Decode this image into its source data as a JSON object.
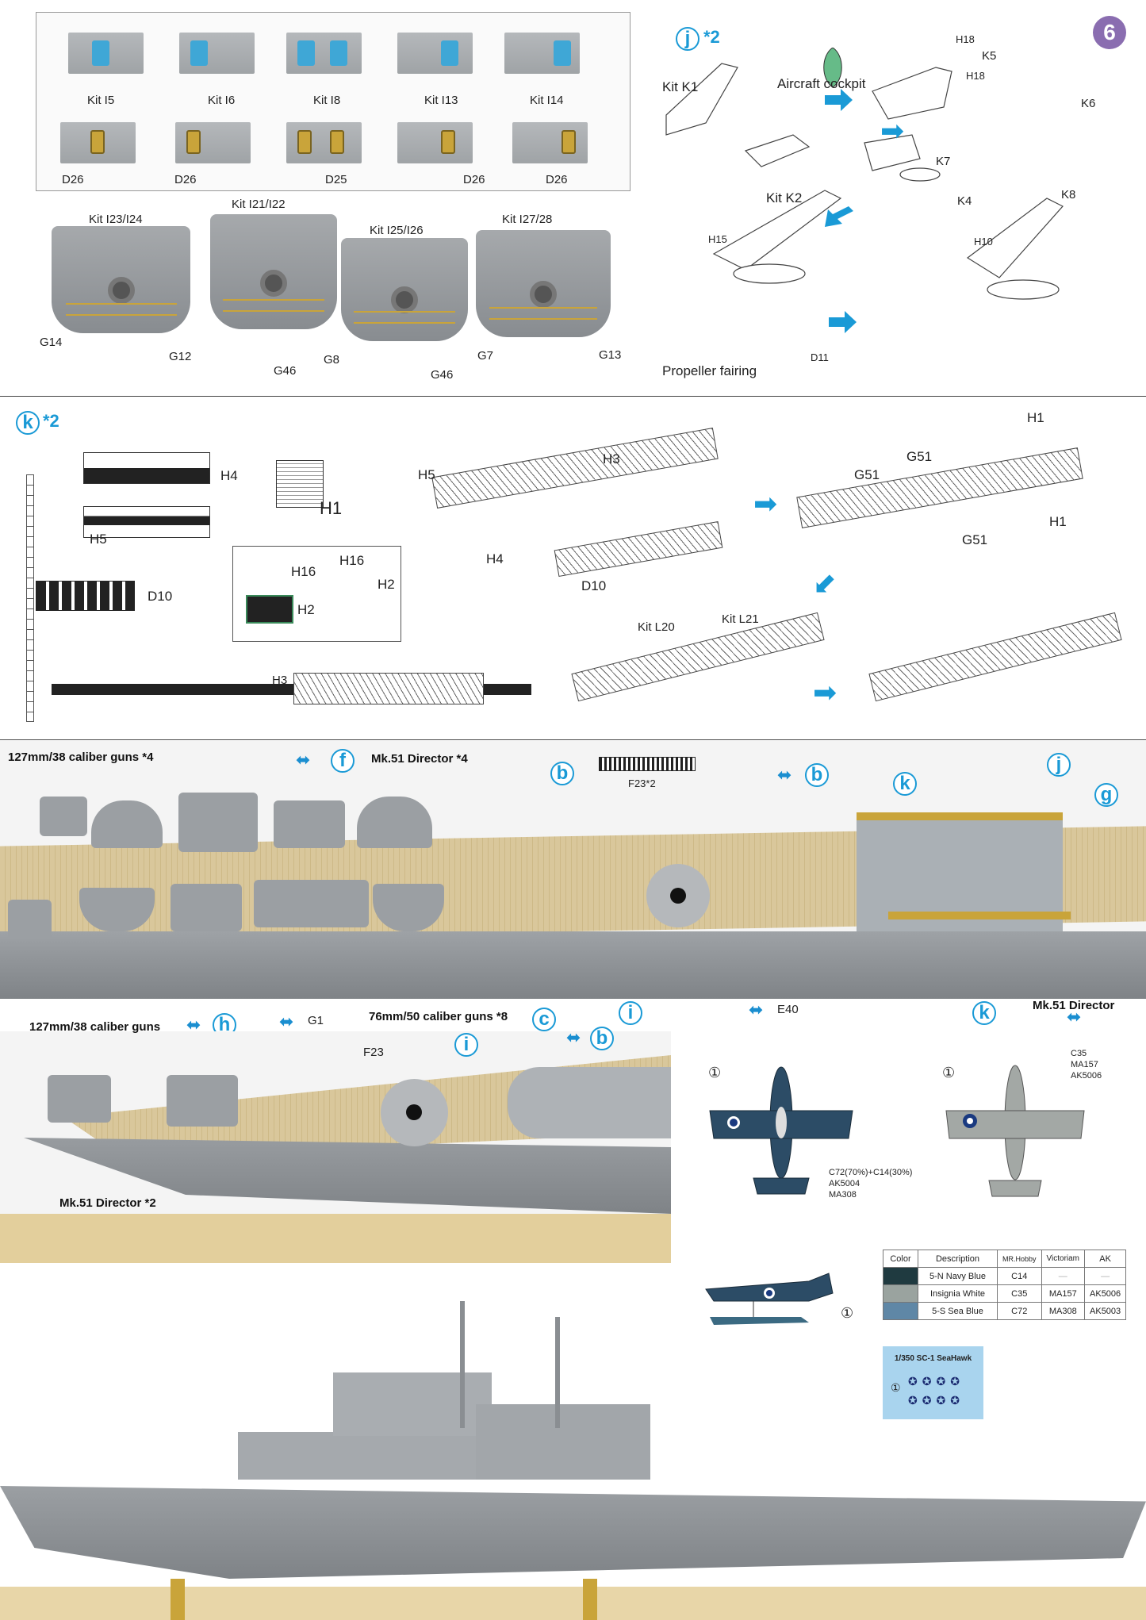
{
  "step_number": "6",
  "colors": {
    "accent_blue": "#1a9ad6",
    "step_badge": "#8a6db0",
    "navy_blue": "#1f3a40",
    "insignia_white": "#9aa39f",
    "sea_blue": "#5f87a6"
  },
  "kit_parts": {
    "row1": [
      "Kit I5",
      "Kit I6",
      "Kit I8",
      "Kit I13",
      "Kit I14"
    ],
    "row2": [
      "D26",
      "D26",
      "D25",
      "D26",
      "D26"
    ],
    "blocks": [
      "Kit I23/I24",
      "Kit I21/I22",
      "Kit I25/I26",
      "Kit I27/28"
    ],
    "block_parts": [
      "G14",
      "G12",
      "G46",
      "G8",
      "G46",
      "G7",
      "G13"
    ]
  },
  "section_j": {
    "marker": "j",
    "multiplier": "*2",
    "labels": [
      "Kit K1",
      "Aircraft cockpit",
      "Kit K2",
      "H18",
      "K5",
      "H18",
      "K6",
      "K7",
      "K4",
      "K8",
      "H15",
      "H10",
      "D11",
      "Propeller fairing"
    ]
  },
  "section_k": {
    "marker": "k",
    "multiplier": "*2",
    "left_labels": [
      "H4",
      "H1",
      "H5",
      "D10",
      "H16",
      "H16",
      "H2",
      "H2",
      "H3"
    ],
    "right_labels": [
      "H5",
      "H3",
      "H4",
      "D10",
      "G51",
      "G51",
      "H1",
      "H1",
      "G51",
      "Kit L20",
      "Kit L21"
    ]
  },
  "photo_deck": {
    "guns_127": "127mm/38 caliber guns *4",
    "f": "f",
    "director": "Mk.51 Director *4",
    "b1": "b",
    "f23": "F23*2",
    "b2": "b",
    "k1": "k",
    "j": "j",
    "g": "g",
    "h": "h",
    "g1": "G1",
    "guns_76": "76mm/50 caliber guns *8",
    "c": "c",
    "i": "i",
    "e40": "E40",
    "k2": "k",
    "director2": "Mk.51 Director"
  },
  "photo_bow": {
    "guns_127": "127mm/38 caliber guns",
    "f23": "F23",
    "i": "i",
    "b": "b",
    "director": "Mk.51 Director *2"
  },
  "aircraft_paint": {
    "top_view": {
      "callout": "①",
      "lines": [
        "C72(70%)+C14(30%)",
        "AK5004",
        "MA308"
      ]
    },
    "bottom_view": {
      "callout": "①",
      "lines": [
        "C35",
        "MA157",
        "AK5006"
      ]
    },
    "side_view": {
      "callout": "①"
    }
  },
  "paint_table": {
    "headers": [
      "Color",
      "Description",
      "MR.Hobby",
      "Victoriam",
      "AK"
    ],
    "rows": [
      {
        "swatch": "#1f3a40",
        "description": "5-N Navy Blue",
        "mr_hobby": "C14",
        "victoriam": "—",
        "ak": "—"
      },
      {
        "swatch": "#9aa39f",
        "description": "Insignia White",
        "mr_hobby": "C35",
        "victoriam": "MA157",
        "ak": "AK5006"
      },
      {
        "swatch": "#5f87a6",
        "description": "5-S Sea Blue",
        "mr_hobby": "C72",
        "victoriam": "MA308",
        "ak": "AK5003"
      }
    ]
  },
  "decal_sheet": {
    "title": "1/350 SC-1 SeaHawk",
    "callout": "①"
  }
}
